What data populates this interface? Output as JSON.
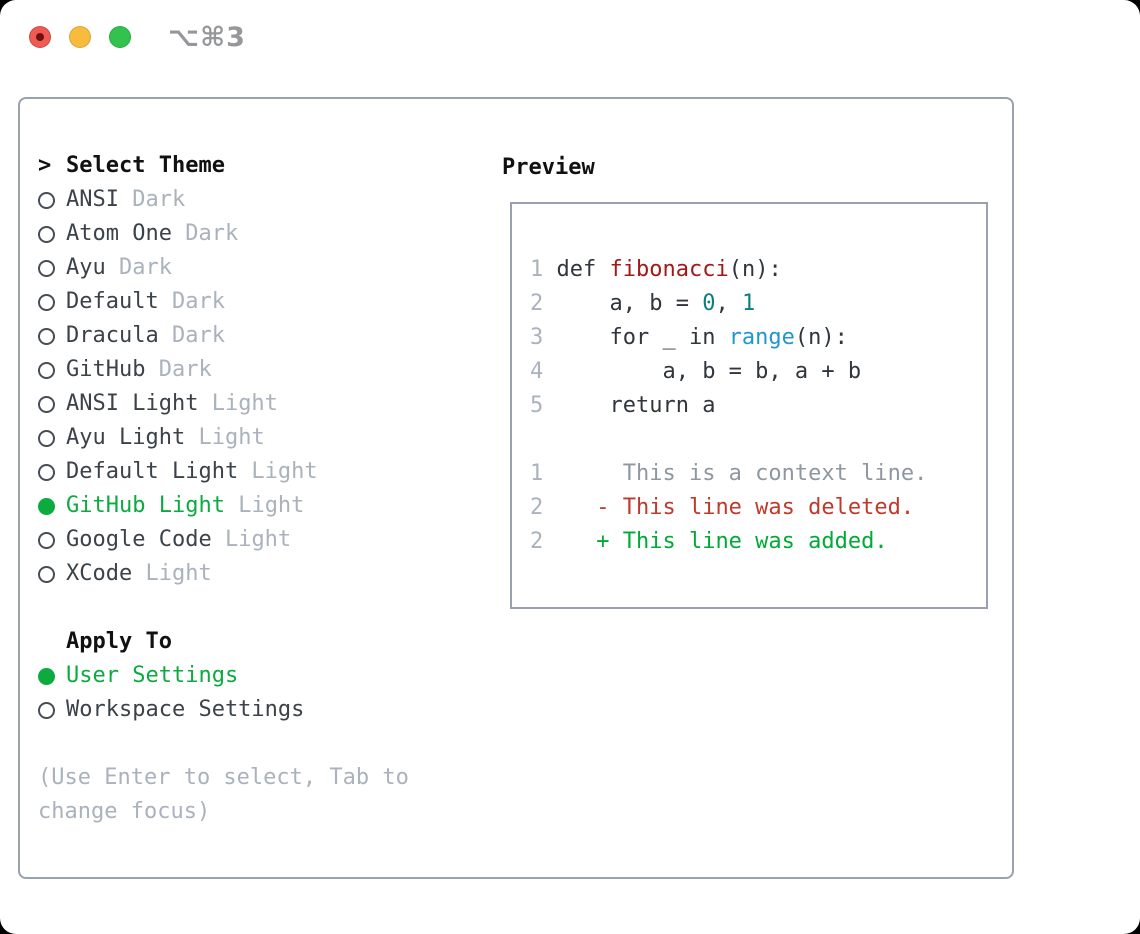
{
  "window": {
    "shortcut_label": "⌥⌘3"
  },
  "theme_picker": {
    "header_prefix": ">",
    "header": "Select Theme",
    "items": [
      {
        "label": "ANSI",
        "variant": "Dark",
        "selected": false
      },
      {
        "label": "Atom One",
        "variant": "Dark",
        "selected": false
      },
      {
        "label": "Ayu",
        "variant": "Dark",
        "selected": false
      },
      {
        "label": "Default",
        "variant": "Dark",
        "selected": false
      },
      {
        "label": "Dracula",
        "variant": "Dark",
        "selected": false
      },
      {
        "label": "GitHub",
        "variant": "Dark",
        "selected": false
      },
      {
        "label": "ANSI Light",
        "variant": "Light",
        "selected": false
      },
      {
        "label": "Ayu Light",
        "variant": "Light",
        "selected": false
      },
      {
        "label": "Default Light",
        "variant": "Light",
        "selected": false
      },
      {
        "label": "GitHub Light",
        "variant": "Light",
        "selected": true
      },
      {
        "label": "Google Code",
        "variant": "Light",
        "selected": false
      },
      {
        "label": "XCode",
        "variant": "Light",
        "selected": false
      }
    ],
    "apply_to": {
      "header": "Apply To",
      "options": [
        {
          "label": "User Settings",
          "selected": true
        },
        {
          "label": "Workspace Settings",
          "selected": false
        }
      ]
    },
    "hint_line1": "(Use Enter to select, Tab to",
    "hint_line2": "change focus)"
  },
  "preview": {
    "title": "Preview",
    "code_lines": [
      {
        "num": "1",
        "segments": [
          {
            "text": "def ",
            "style": "fg"
          },
          {
            "text": "fibonacci",
            "style": "func"
          },
          {
            "text": "(n):",
            "style": "fg"
          }
        ]
      },
      {
        "num": "2",
        "segments": [
          {
            "text": "    a, b = ",
            "style": "fg"
          },
          {
            "text": "0",
            "style": "num"
          },
          {
            "text": ", ",
            "style": "fg"
          },
          {
            "text": "1",
            "style": "num"
          }
        ]
      },
      {
        "num": "3",
        "segments": [
          {
            "text": "    for _ in ",
            "style": "fg"
          },
          {
            "text": "range",
            "style": "builtin"
          },
          {
            "text": "(n):",
            "style": "fg"
          }
        ]
      },
      {
        "num": "4",
        "segments": [
          {
            "text": "        a, b = b, a + b",
            "style": "fg"
          }
        ]
      },
      {
        "num": "5",
        "segments": [
          {
            "text": "    return a",
            "style": "fg"
          }
        ]
      },
      {
        "num": "",
        "segments": []
      },
      {
        "num": "1",
        "segments": [
          {
            "text": "     This is a context line.",
            "style": "context"
          }
        ]
      },
      {
        "num": "2",
        "segments": [
          {
            "text": "   - This line was deleted.",
            "style": "deleted"
          }
        ]
      },
      {
        "num": "2",
        "segments": [
          {
            "text": "   + This line was added.",
            "style": "added"
          }
        ]
      }
    ]
  },
  "colors": {
    "accent-green": "#0cab40",
    "added-green": "#00ab35",
    "deleted-red": "#c0392b",
    "function-red": "#a31919",
    "number-teal": "#0b7e82",
    "builtin-blue": "#2196cf",
    "code-fg": "#2f363d",
    "context-gray": "#8f97a0",
    "muted": "#a9b2bd",
    "label-dark": "#3b424a",
    "header-black": "#111111",
    "border-gray": "#98a2ae",
    "ring-gray": "#474e57",
    "title-gray": "#96979b",
    "traffic-red": "#ef5a52",
    "traffic-red-dot": "#6e1210",
    "traffic-yellow": "#f7bc3e",
    "traffic-green": "#33c24d"
  }
}
